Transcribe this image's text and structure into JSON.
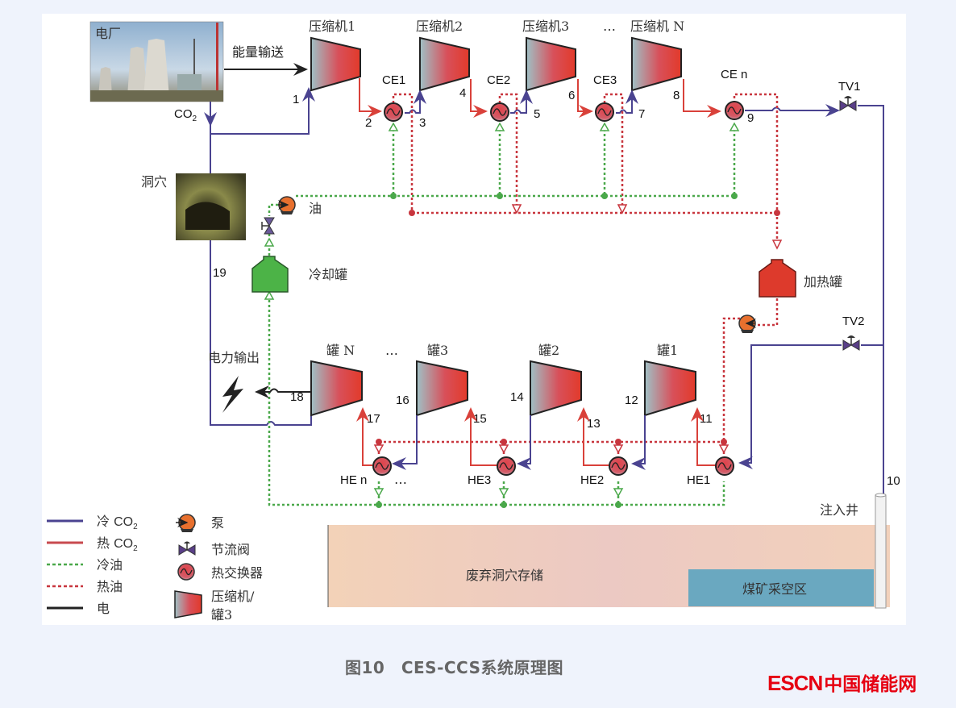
{
  "diagram": {
    "power_plant": {
      "label": "电厂",
      "output_label": "CO2"
    },
    "energy_transfer_label": "能量输送",
    "cave": {
      "label": "洞穴"
    },
    "compressors": [
      {
        "label": "压缩机1",
        "inlet": "1",
        "outlet": "2"
      },
      {
        "label": "压缩机2",
        "inlet": "3",
        "outlet": "4"
      },
      {
        "label": "压缩机3",
        "inlet": "5",
        "outlet": "6"
      },
      {
        "label": "压缩机 N",
        "inlet": "7",
        "outlet": "8"
      }
    ],
    "compressor_ellipsis": "…",
    "coolers": [
      "CE1",
      "CE2",
      "CE3",
      "CE n"
    ],
    "cooler_n_outlet": "9",
    "throttle_valves": [
      "TV1",
      "TV2"
    ],
    "oil_pump_label": "油",
    "cooling_tank_label": "冷却罐",
    "heating_tank_label": "加热罐",
    "stream_19": "19",
    "power_output_label": "电力输出",
    "turbines": [
      {
        "label": "罐 N",
        "inlet": "17",
        "outlet": "18"
      },
      {
        "label": "罐3",
        "inlet": "15",
        "outlet": "16"
      },
      {
        "label": "罐2",
        "inlet": "13",
        "outlet": "14"
      },
      {
        "label": "罐1",
        "inlet": "11",
        "outlet": "12"
      }
    ],
    "turbine_ellipsis": "…",
    "heaters": [
      "HE n",
      "HE3",
      "HE2",
      "HE1"
    ],
    "heater_ellipsis": "…",
    "stream_10": "10",
    "injection_well_label": "注入井",
    "storage_label": "废弃洞穴存储",
    "goaf_label": "煤矿采空区",
    "colors": {
      "cold_co2": "#4a4390",
      "hot_co2": "#d9413a",
      "cold_oil": "#4aa84a",
      "hot_oil": "#c8363e",
      "electric": "#222222",
      "cooling_tank": "#4cb347",
      "heating_tank": "#dd3a2c",
      "pump": "#e8702e",
      "goaf": "#6aa8c0"
    }
  },
  "legend": {
    "lines": [
      {
        "label": "冷 CO2",
        "icon": "cold-co2-line"
      },
      {
        "label": "热 CO2",
        "icon": "hot-co2-line"
      },
      {
        "label": "冷油",
        "icon": "cold-oil-dashed-line"
      },
      {
        "label": "热油",
        "icon": "hot-oil-dashed-line"
      },
      {
        "label": "电",
        "icon": "electric-line"
      }
    ],
    "symbols": [
      {
        "label": "泵",
        "icon": "pump-icon"
      },
      {
        "label": "节流阀",
        "icon": "throttle-valve-icon"
      },
      {
        "label": "热交换器",
        "icon": "heat-exchanger-icon"
      },
      {
        "label": "压缩机/",
        "label2": "罐3",
        "icon": "compressor-icon"
      }
    ]
  },
  "caption": "图10　CES-CCS系统原理图",
  "logo": {
    "latin": "ESCN",
    "cn": "中国储能网"
  }
}
